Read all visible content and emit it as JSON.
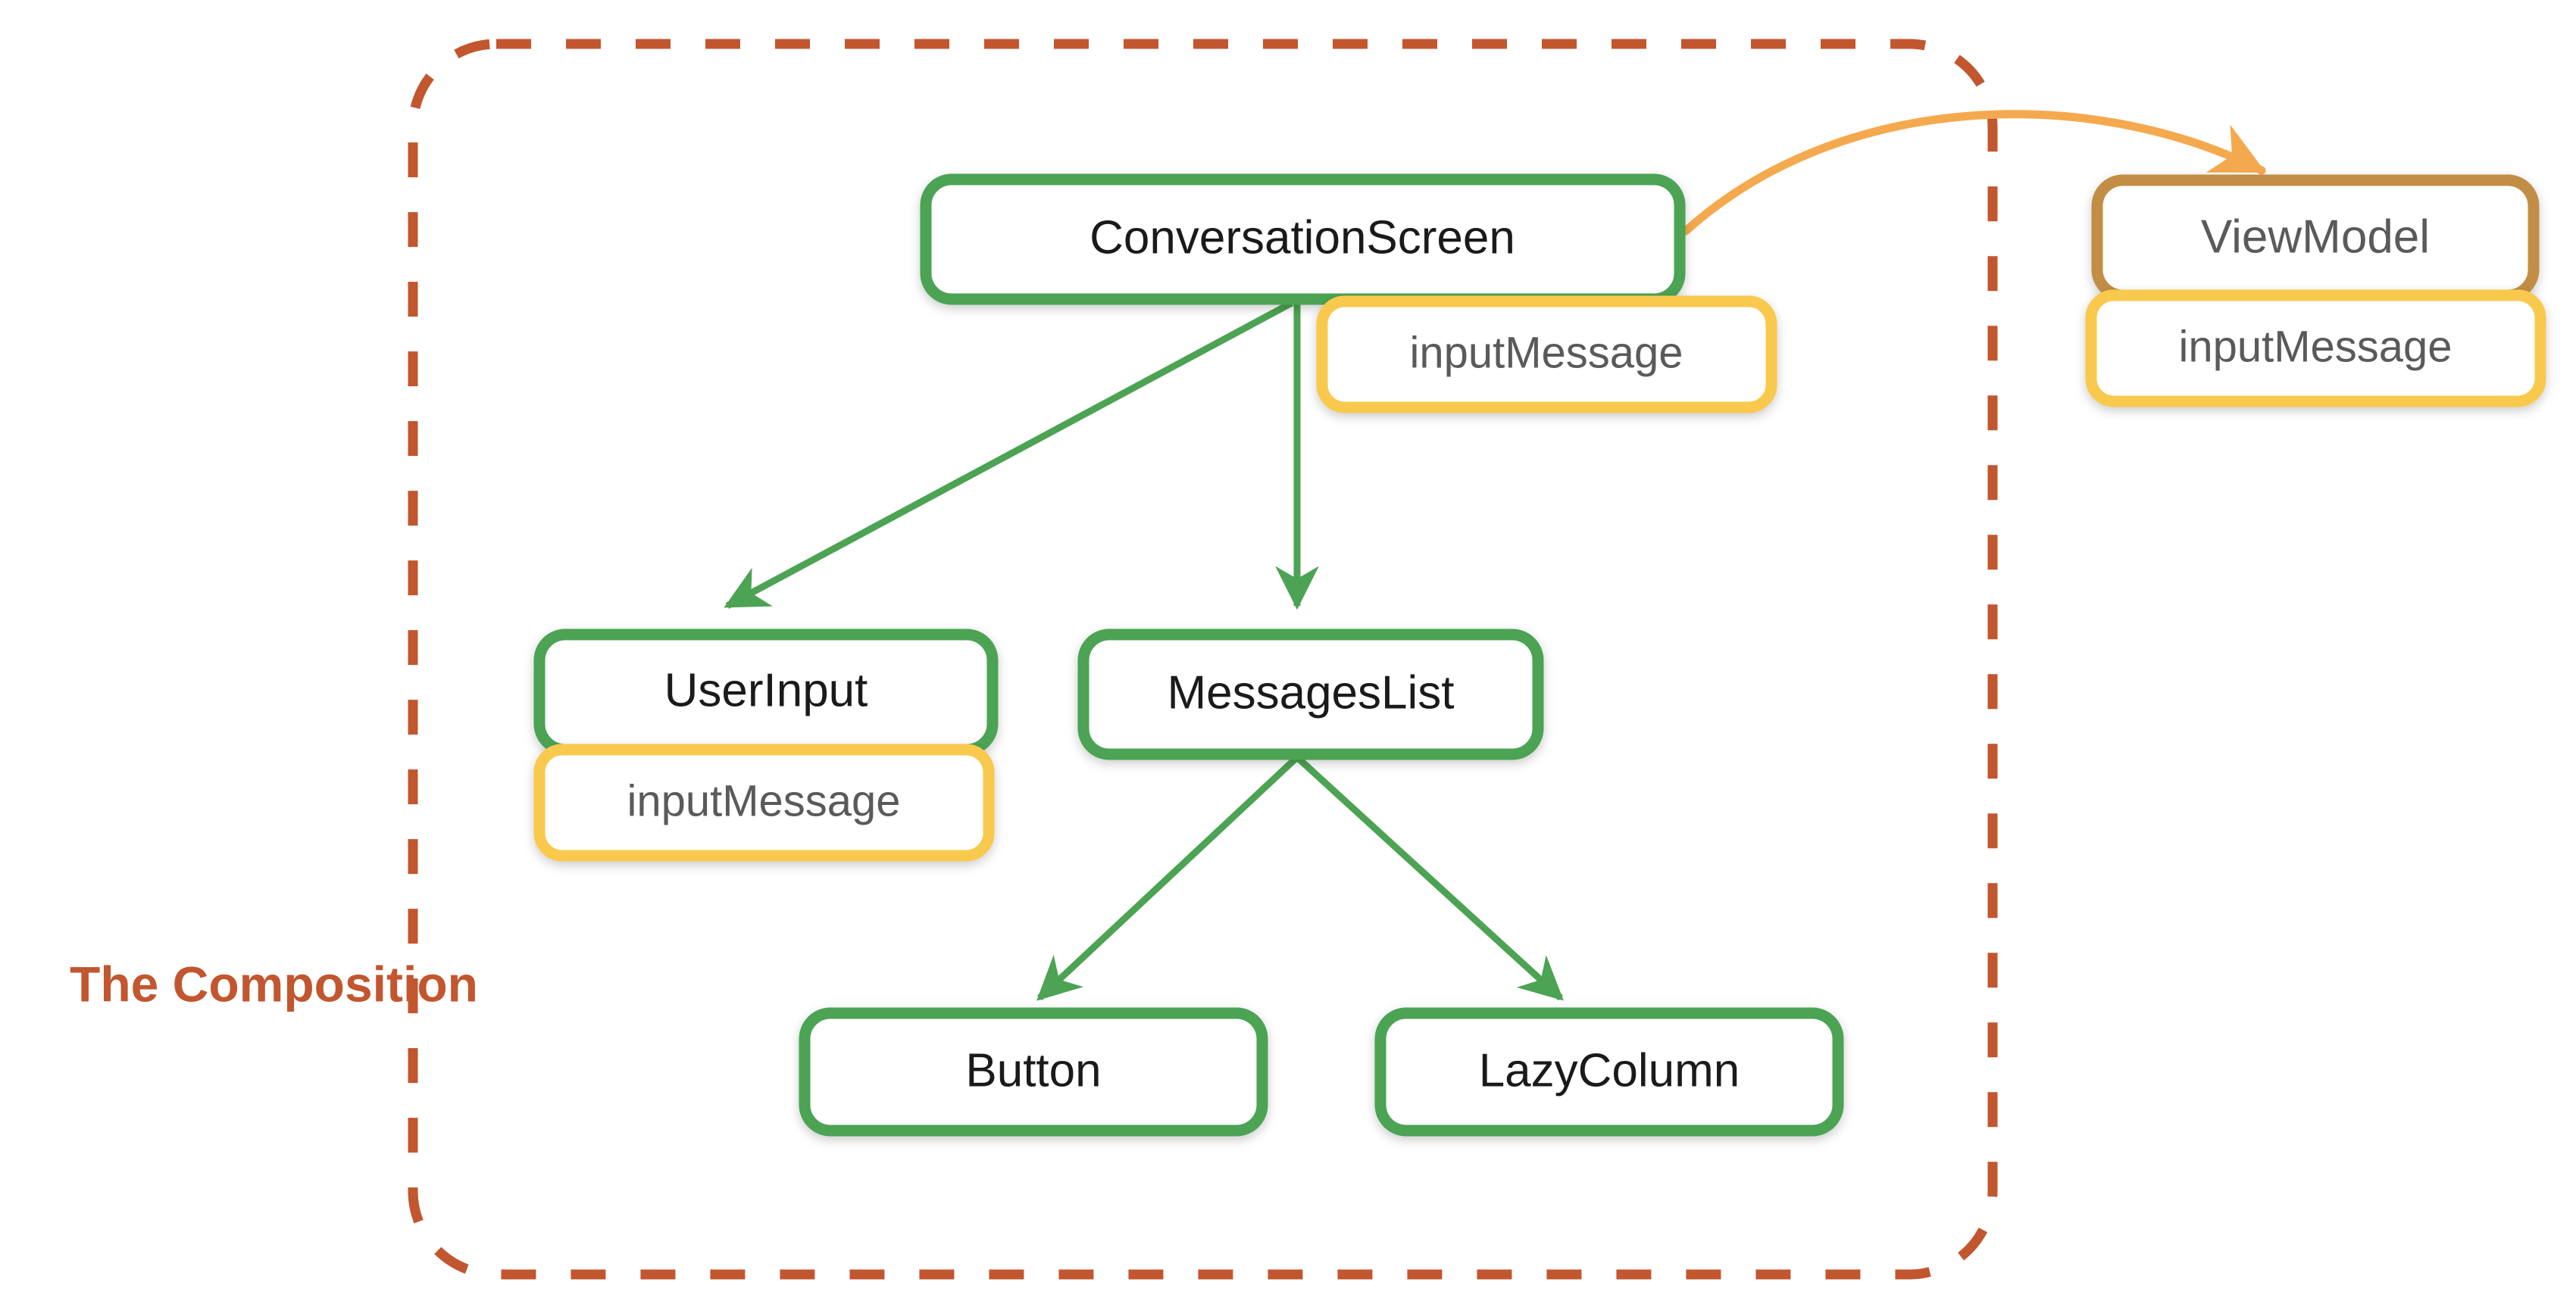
{
  "diagram": {
    "title_caption": "The Composition",
    "colors": {
      "composable_border": "#4CA353",
      "state_border": "#F9C94E",
      "viewmodel_border": "#C28E45",
      "region_border": "#C2562F",
      "region_caption": "#C2562F",
      "event_arrow": "#F5A94E",
      "tree_arrow": "#4CA353",
      "node_text": "#1a1a1a",
      "state_text": "#5a5a5a",
      "canvas": "#ffffff"
    },
    "region": {
      "name": "composition-boundary",
      "caption": "The Composition",
      "style": "dashed"
    },
    "nodes": [
      {
        "id": "conversation-screen",
        "label": "ConversationScreen",
        "kind": "composable",
        "text_tone": "dark"
      },
      {
        "id": "conversation-screen-state",
        "label": "inputMessage",
        "kind": "state",
        "text_tone": "muted"
      },
      {
        "id": "user-input",
        "label": "UserInput",
        "kind": "composable",
        "text_tone": "dark"
      },
      {
        "id": "user-input-state",
        "label": "inputMessage",
        "kind": "state",
        "text_tone": "muted"
      },
      {
        "id": "messages-list",
        "label": "MessagesList",
        "kind": "composable",
        "text_tone": "dark"
      },
      {
        "id": "button",
        "label": "Button",
        "kind": "composable",
        "text_tone": "dark"
      },
      {
        "id": "lazy-column",
        "label": "LazyColumn",
        "kind": "composable",
        "text_tone": "dark"
      },
      {
        "id": "view-model",
        "label": "ViewModel",
        "kind": "viewmodel",
        "text_tone": "muted"
      },
      {
        "id": "view-model-state",
        "label": "inputMessage",
        "kind": "state",
        "text_tone": "muted"
      }
    ],
    "edges": [
      {
        "id": "edge-conversation-to-userinput",
        "from": "conversation-screen",
        "to": "user-input",
        "kind": "composition"
      },
      {
        "id": "edge-conversation-to-messageslist",
        "from": "conversation-screen",
        "to": "messages-list",
        "kind": "composition"
      },
      {
        "id": "edge-messageslist-to-button",
        "from": "messages-list",
        "to": "button",
        "kind": "composition"
      },
      {
        "id": "edge-messageslist-to-lazycolumn",
        "from": "messages-list",
        "to": "lazy-column",
        "kind": "composition"
      },
      {
        "id": "edge-conversation-to-viewmodel",
        "from": "conversation-screen",
        "to": "view-model",
        "kind": "event"
      }
    ]
  }
}
